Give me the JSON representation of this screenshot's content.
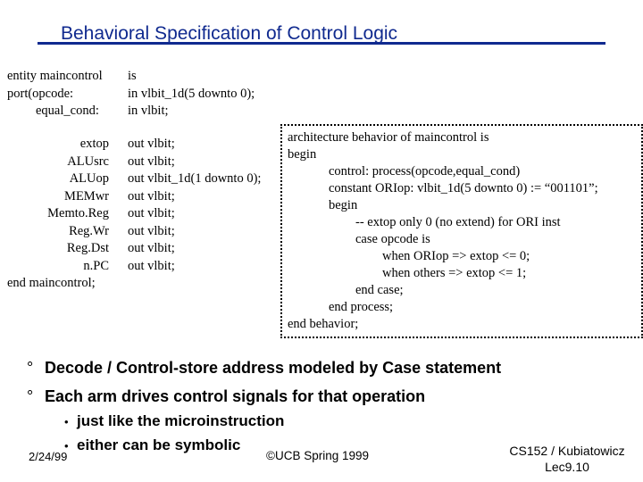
{
  "slide": {
    "title": "Behavioral Specification of Control Logic",
    "entity_header": {
      "lines": [
        {
          "left": "entity maincontrol",
          "right": "is"
        },
        {
          "left": "port(opcode:",
          "right": "in  vlbit_1d(5 downto 0);"
        },
        {
          "left": "      equal_cond:",
          "right": "in vlbit;"
        }
      ]
    },
    "signals": {
      "names": [
        "extop",
        "ALUsrc",
        "ALUop",
        "MEMwr",
        "Memto.Reg",
        "Reg.Wr",
        "Reg.Dst",
        "n.PC"
      ],
      "types": [
        "out vlbit;",
        "out vlbit;",
        "out vlbit_1d(1 downto 0);",
        "out vlbit;",
        "out vlbit;",
        "out vlbit;",
        "out vlbit;",
        "out vlbit;"
      ],
      "end_line": "end maincontrol;"
    },
    "architecture": [
      {
        "indent": 0,
        "text": "architecture behavior of maincontrol is"
      },
      {
        "indent": 0,
        "text": "begin"
      },
      {
        "indent": 3,
        "text": "control: process(opcode,equal_cond)"
      },
      {
        "indent": 3,
        "text": "constant ORIop: vlbit_1d(5 downto 0) := “001101”;"
      },
      {
        "indent": 3,
        "text": "begin"
      },
      {
        "indent": 5,
        "text": "-- extop only 0 (no extend) for ORI inst"
      },
      {
        "indent": 5,
        "text": "case  opcode is"
      },
      {
        "indent": 7,
        "text": "when ORIop => extop <= 0;"
      },
      {
        "indent": 7,
        "text": "when others  => extop <= 1;"
      },
      {
        "indent": 5,
        "text": "end case;"
      },
      {
        "indent": 3,
        "text": "end process;"
      },
      {
        "indent": 0,
        "text": "end behavior;"
      }
    ],
    "bullets": [
      {
        "mark": "°",
        "text": "Decode / Control-store address modeled by Case statement"
      },
      {
        "mark": "°",
        "text": "Each arm drives control signals for that operation"
      }
    ],
    "sub_bullets": [
      {
        "mark": "•",
        "text": "just like the microinstruction"
      },
      {
        "mark": "•",
        "text": "either can be symbolic"
      }
    ],
    "footer": {
      "date": "2/24/99",
      "copyright": "©UCB Spring 1999",
      "course_line1": "CS152 / Kubiatowicz",
      "course_line2": "Lec9.10"
    }
  }
}
